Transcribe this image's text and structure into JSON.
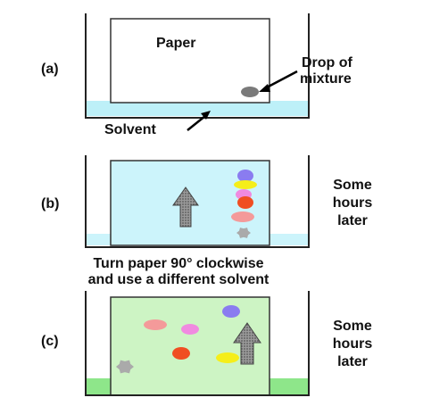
{
  "panels": [
    {
      "step": "(a)",
      "paper_label": "Paper",
      "drop_label_line1": "Drop of",
      "drop_label_line2": "mixture",
      "solvent_label": "Solvent",
      "colors": {
        "paper": "#ffffff",
        "solvent": "#bdf0f8"
      },
      "spots": [
        {
          "name": "mixture-drop",
          "color": "#7a7a7a"
        }
      ]
    },
    {
      "step": "(b)",
      "note_line1": "Some",
      "note_line2": "hours",
      "note_line3": "later",
      "colors": {
        "paper": "#ccf4fb",
        "solvent": "#ccf4fb"
      },
      "spots": [
        {
          "name": "violet-spot",
          "color": "#8a7cf0"
        },
        {
          "name": "yellow-spot",
          "color": "#f5ee1a"
        },
        {
          "name": "pink-spot",
          "color": "#f08ae0"
        },
        {
          "name": "red-spot",
          "color": "#f04e22"
        },
        {
          "name": "salmon-spot",
          "color": "#f49a9a"
        },
        {
          "name": "grey-spot",
          "color": "#aaaaaa"
        }
      ]
    },
    {
      "step": "(c)",
      "note_line1": "Some",
      "note_line2": "hours",
      "note_line3": "later",
      "colors": {
        "paper": "#cdf4c4",
        "solvent": "#8ee68a"
      },
      "spots": [
        {
          "name": "salmon-spot",
          "color": "#f49a9a"
        },
        {
          "name": "pink-spot",
          "color": "#f08ae0"
        },
        {
          "name": "violet-spot",
          "color": "#8a7cf0"
        },
        {
          "name": "red-spot",
          "color": "#f04e22"
        },
        {
          "name": "yellow-spot",
          "color": "#f5ee1a"
        },
        {
          "name": "grey-spot",
          "color": "#aaaaaa"
        }
      ]
    }
  ],
  "instruction_line1": "Turn paper 90° clockwise",
  "instruction_line2": "and use a different solvent",
  "icons": {
    "arrow": "up-arrow-icon",
    "pointer": "pointer-arrow-icon"
  }
}
